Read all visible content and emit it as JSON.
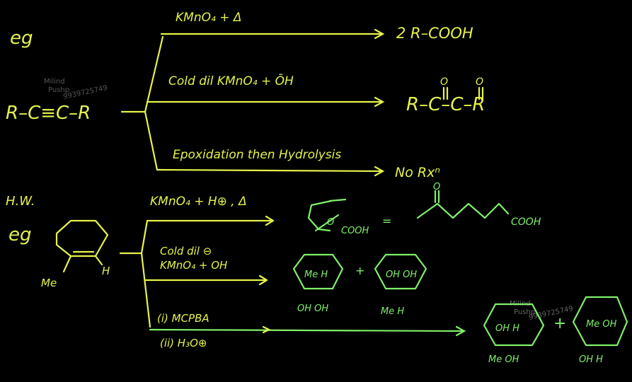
{
  "colors": {
    "background": "#000000",
    "yellow": "#e6f24a",
    "green": "#7ff06a"
  },
  "watermark": {
    "line1": "Milind",
    "line2": "Pushp",
    "line3": "9939725749"
  },
  "section1": {
    "label": "eg",
    "reactant": "R–C≡C–R",
    "branch1": {
      "reagent": "KMnO₄ + Δ",
      "product": "2 R–COOH"
    },
    "branch2": {
      "reagent": "Cold dil KMnO₄ + ŌH",
      "product": "R–C–C–R",
      "carbonyl_o": "O"
    },
    "branch3": {
      "reagent": "Epoxidation then Hydrolysis",
      "product": "No Rxⁿ"
    }
  },
  "section2": {
    "label_hw": "H.W.",
    "label_eg": "eg",
    "substituent_me": "Me",
    "substituent_h": "H",
    "branch1": {
      "reagent": "KMnO₄ + H⊕ , Δ",
      "ring_o": "O",
      "ring_cooh": "COOH",
      "equals": "=",
      "chain_o": "O",
      "chain_cooh": "COOH"
    },
    "branch2": {
      "reagent_line1": "Cold dil ⊖",
      "reagent_line2": "KMnO₄ + OH",
      "p1_top": "Me H",
      "p1_bottom": "OH OH",
      "plus": "+",
      "p2_top": "OH OH",
      "p2_bottom": "Me H"
    },
    "branch3": {
      "reagent_line1": "(i) MCPBA",
      "reagent_line2": "(ii) H₃O⊕",
      "p1_top": "OH H",
      "p1_bottom": "Me OH",
      "plus": "+",
      "p2_top": "Me OH",
      "p2_bottom": "OH H"
    }
  }
}
